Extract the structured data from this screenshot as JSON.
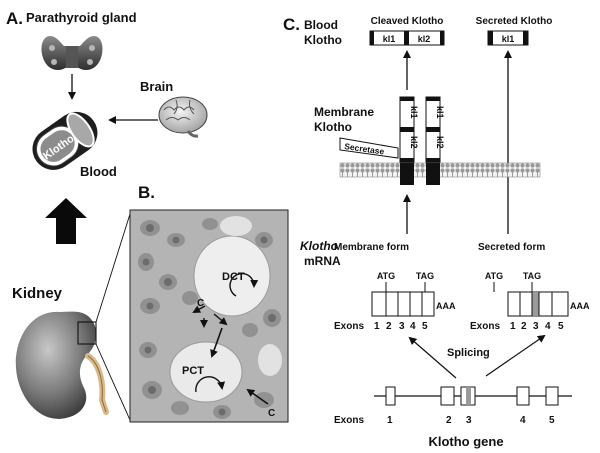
{
  "panelA": {
    "label": "A.",
    "parathyroid": "Parathyroid gland",
    "brain": "Brain",
    "blood": "Blood",
    "klotho_badge": "Klotho",
    "kidney": "Kidney"
  },
  "panelB": {
    "label": "B.",
    "dct": "DCT",
    "pct": "PCT",
    "c_top": "C",
    "c_bottom": "C"
  },
  "panelC": {
    "label": "C.",
    "blood_klotho": [
      "Blood",
      "Klotho"
    ],
    "cleaved": "Cleaved Klotho",
    "secreted": "Secreted Klotho",
    "kl1": "kl1",
    "kl2": "kl2",
    "membrane_klotho": [
      "Membrane",
      "Klotho"
    ],
    "secretase": "Secretase",
    "mrna_italic": "Klotho",
    "mrna_rest": "mRNA",
    "membrane_form": "Membrane form",
    "secreted_form": "Secreted form",
    "atg": "ATG",
    "tag": "TAG",
    "aaa": "AAA",
    "exons_word": "Exons",
    "exon_labels": [
      "1",
      "2",
      "3",
      "4",
      "5"
    ],
    "splicing": "Splicing",
    "gene": "Klotho gene"
  }
}
